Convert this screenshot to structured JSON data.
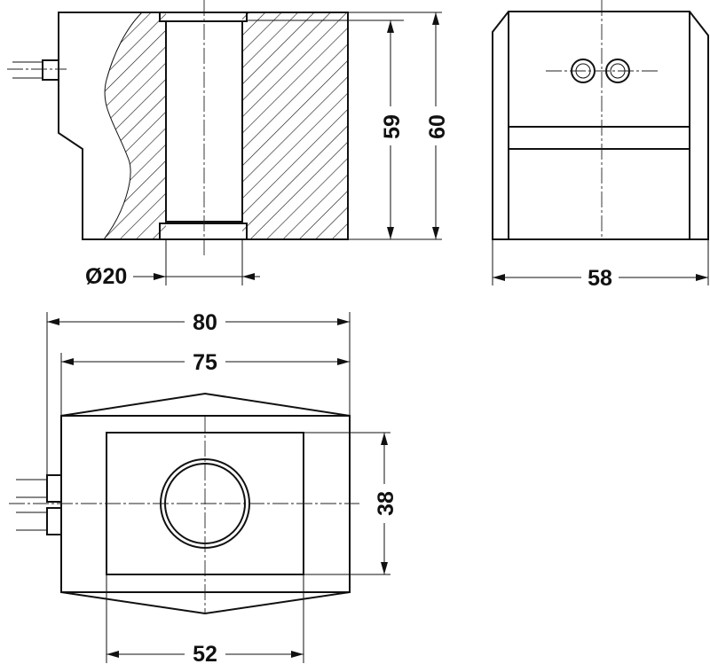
{
  "drawing": {
    "dimensions": {
      "bore_diameter": "Ø20",
      "height_bore": "59",
      "height_total": "60",
      "width_side": "58",
      "length_total": "80",
      "length_body": "75",
      "inner_width": "52",
      "inner_height": "38"
    }
  }
}
